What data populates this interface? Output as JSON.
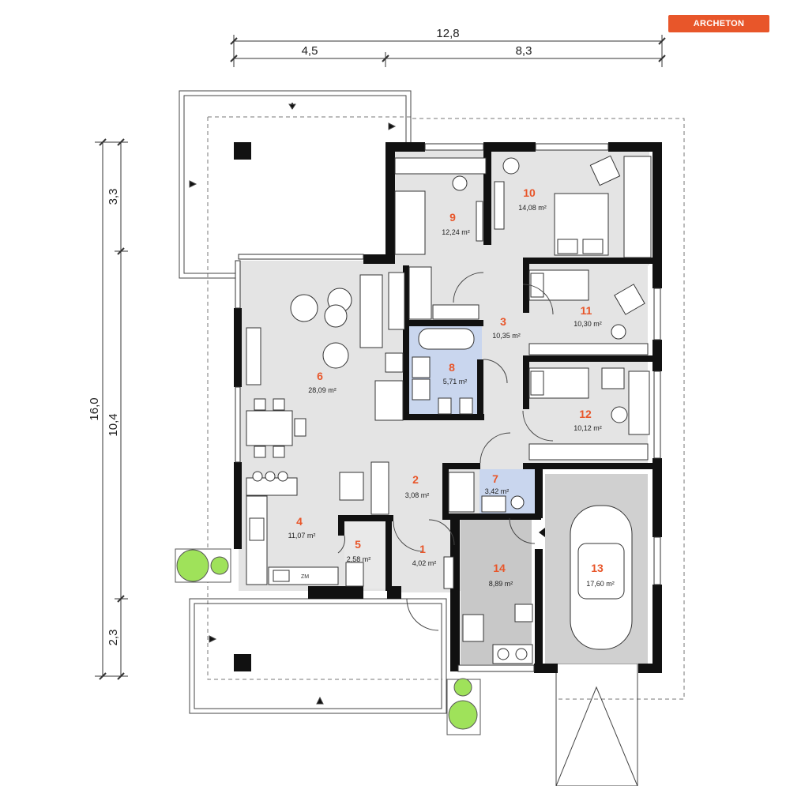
{
  "brand": {
    "logo_text": "ARCHETON",
    "accent_color": "#e8562a"
  },
  "dimensions": {
    "total_width": "12,8",
    "width_left": "4,5",
    "width_right": "8,3",
    "total_depth": "16,0",
    "depth_top": "3,3",
    "depth_middle": "10,4",
    "depth_bottom": "2,3"
  },
  "rooms": [
    {
      "number": "1",
      "area": "4,02 m²"
    },
    {
      "number": "2",
      "area": "3,08 m²"
    },
    {
      "number": "3",
      "area": "10,35 m²"
    },
    {
      "number": "4",
      "area": "11,07 m²"
    },
    {
      "number": "5",
      "area": "2,58 m²"
    },
    {
      "number": "6",
      "area": "28,09 m²"
    },
    {
      "number": "7",
      "area": "3,42 m²"
    },
    {
      "number": "8",
      "area": "5,71 m²"
    },
    {
      "number": "9",
      "area": "12,24 m²"
    },
    {
      "number": "10",
      "area": "14,08 m²"
    },
    {
      "number": "11",
      "area": "10,30 m²"
    },
    {
      "number": "12",
      "area": "10,12 m²"
    },
    {
      "number": "13",
      "area": "17,60 m²"
    },
    {
      "number": "14",
      "area": "8,89 m²"
    }
  ],
  "appliance_labels": {
    "fridge": "ZM"
  },
  "colors": {
    "floor": "#e4e4e4",
    "bathroom": "#c9d6ee",
    "utility": "#c8c8c8",
    "garage": "#d0d0d0",
    "wall": "#111111"
  }
}
